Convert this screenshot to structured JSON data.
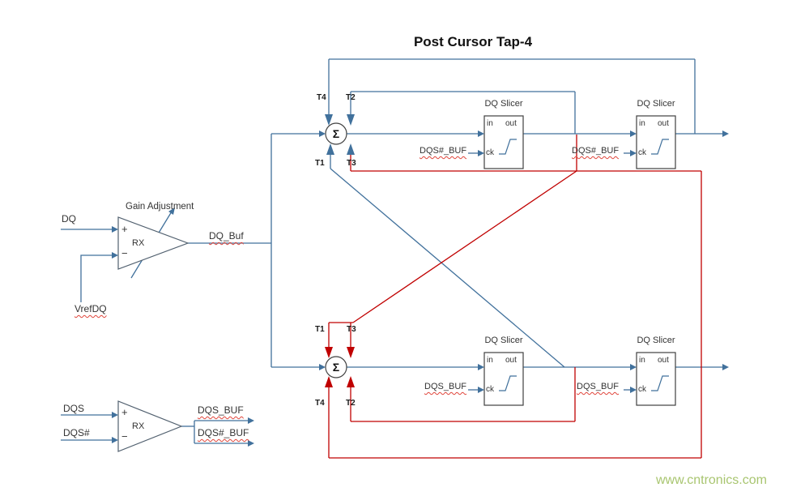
{
  "title": "Post Cursor Tap-4",
  "watermark": "www.cntronics.com",
  "colors": {
    "wire_blue": "#41719C",
    "wire_red": "#C00000",
    "shape_stroke": "#404040",
    "watermark_green": "#9FBF60"
  },
  "summer": {
    "symbol": "Σ"
  },
  "taps": {
    "top": {
      "tl": "T4",
      "tr": "T2",
      "bl": "T1",
      "br": "T3"
    },
    "bottom": {
      "tl": "T1",
      "tr": "T3",
      "bl": "T4",
      "br": "T2"
    }
  },
  "slicer": {
    "title": "DQ Slicer",
    "port_in": "in",
    "port_out": "out",
    "port_ck": "ck"
  },
  "clocks": {
    "top": "DQS#_BUF",
    "bottom": "DQS_BUF"
  },
  "rx_top": {
    "name": "RX",
    "plus": "+",
    "minus": "−",
    "gain": "Gain Adjustment",
    "in1": "DQ",
    "in2": "VrefDQ",
    "out": "DQ_Buf"
  },
  "rx_bottom": {
    "name": "RX",
    "plus": "+",
    "minus": "−",
    "in1": "DQS",
    "in2": "DQS#",
    "out1": "DQS_BUF",
    "out2": "DQS#_BUF"
  }
}
